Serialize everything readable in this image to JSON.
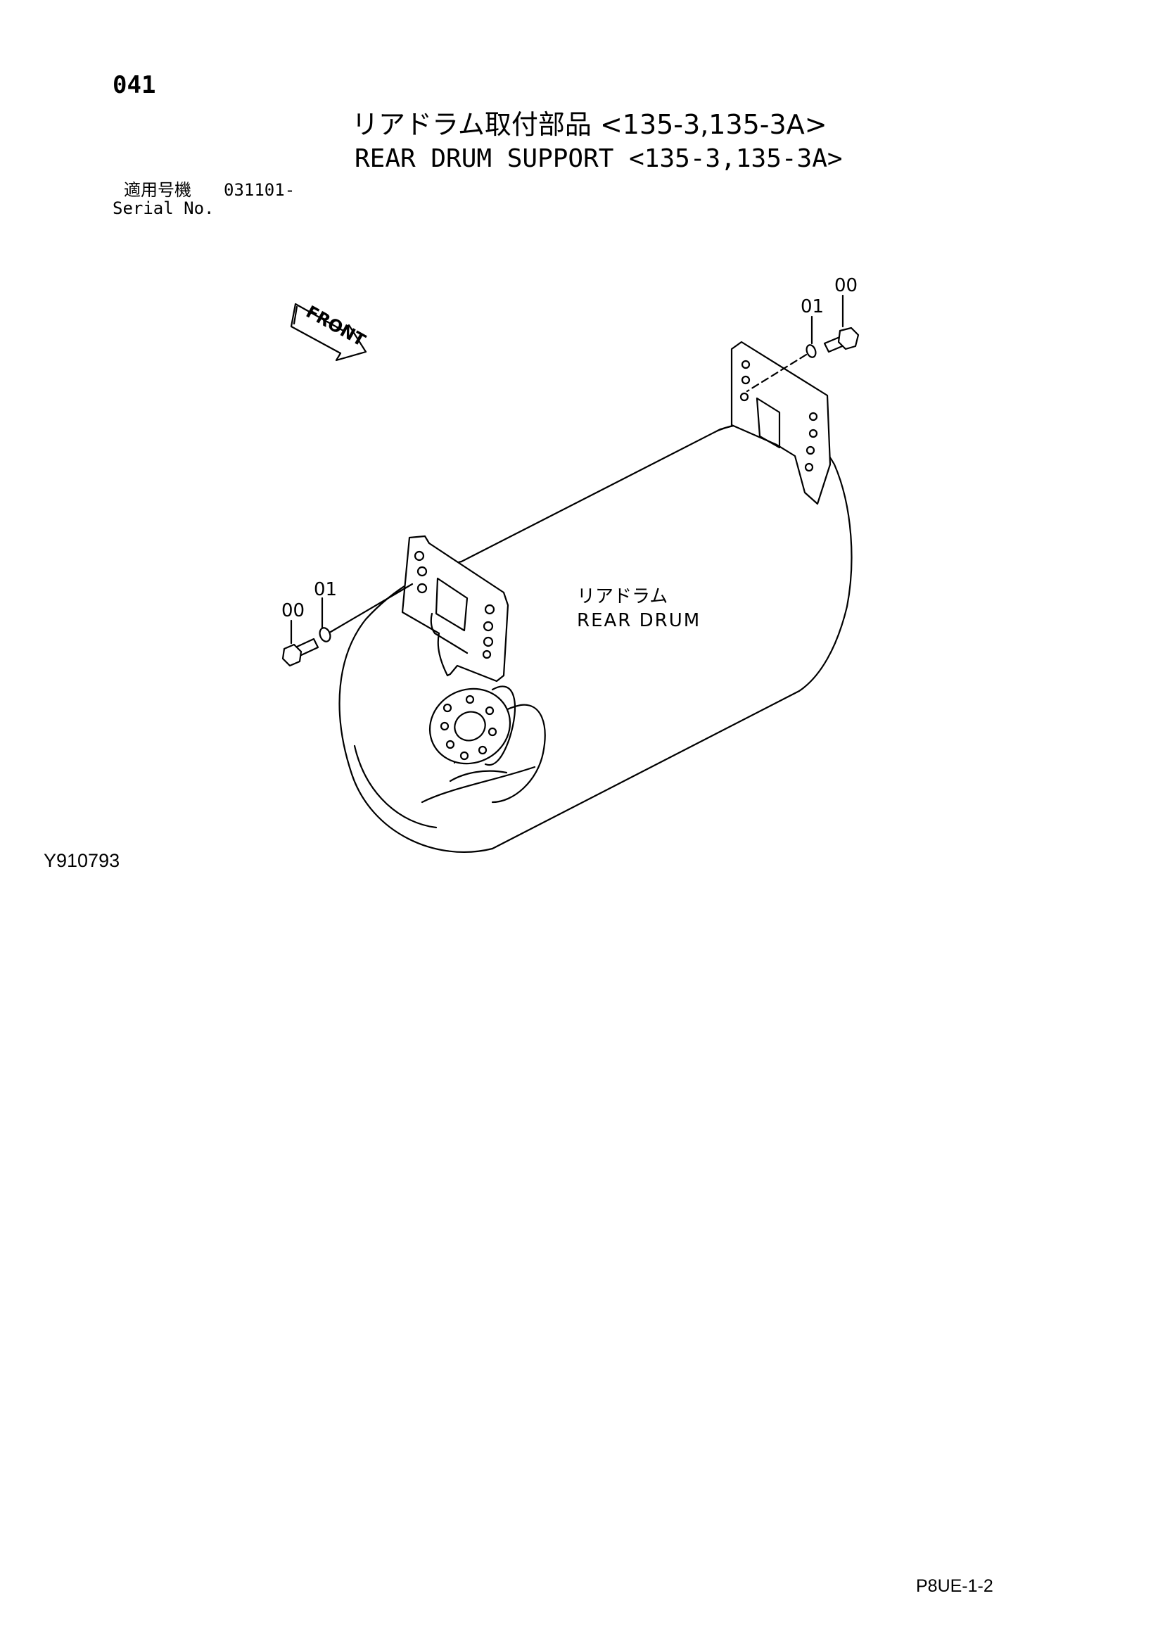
{
  "header": {
    "page_number": "041",
    "title_jp": "リアドラム取付部品 <135-3,135-3A>",
    "title_en": "REAR DRUM SUPPORT <135-3,135-3A>",
    "serial_label_jp": "適用号機",
    "serial_value": "031101-",
    "serial_label_en": "Serial No."
  },
  "diagram": {
    "front_arrow_label": "FRONT",
    "drum_label_jp": "リアドラム",
    "drum_label_en": "REAR DRUM",
    "callouts": {
      "right_bolt": "00",
      "right_washer": "01",
      "left_bolt": "00",
      "left_washer": "01"
    }
  },
  "footer": {
    "drawing_code": "Y910793",
    "page_code": "P8UE-1-2"
  }
}
